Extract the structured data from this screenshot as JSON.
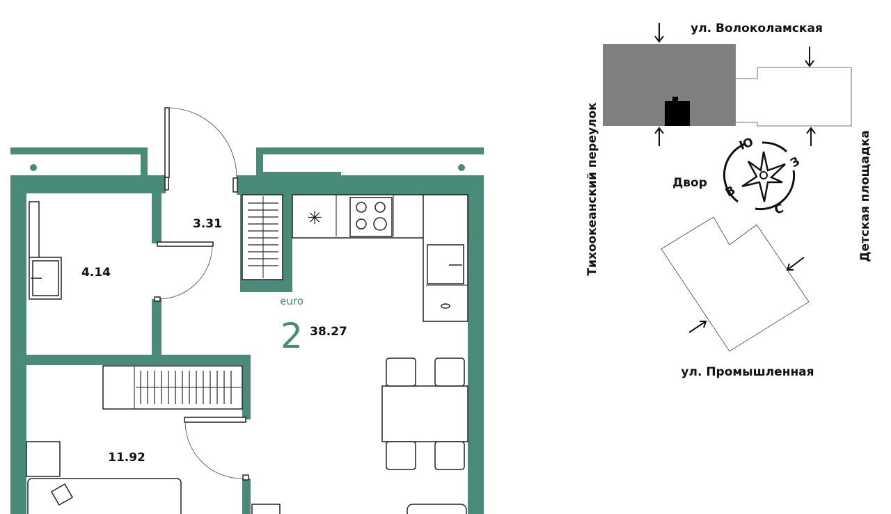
{
  "plan": {
    "rooms": [
      {
        "name": "bathroom",
        "area": "4.14"
      },
      {
        "name": "hallway",
        "area": "3.31"
      },
      {
        "name": "kitchen-living",
        "area": "38.27"
      },
      {
        "name": "bedroom",
        "area": "11.92"
      }
    ],
    "type_label": "euro",
    "rooms_count": "2",
    "wall_color": "#4a8a79"
  },
  "site_map": {
    "streets": {
      "top": "ул. Волоколамская",
      "bottom": "ул. Промышленная",
      "left": "Тихоокеанский переулок",
      "right": "Детская площадка"
    },
    "yard": "Двор",
    "compass": {
      "south": "Ю",
      "west": "З",
      "east": "В",
      "north": "С"
    }
  }
}
